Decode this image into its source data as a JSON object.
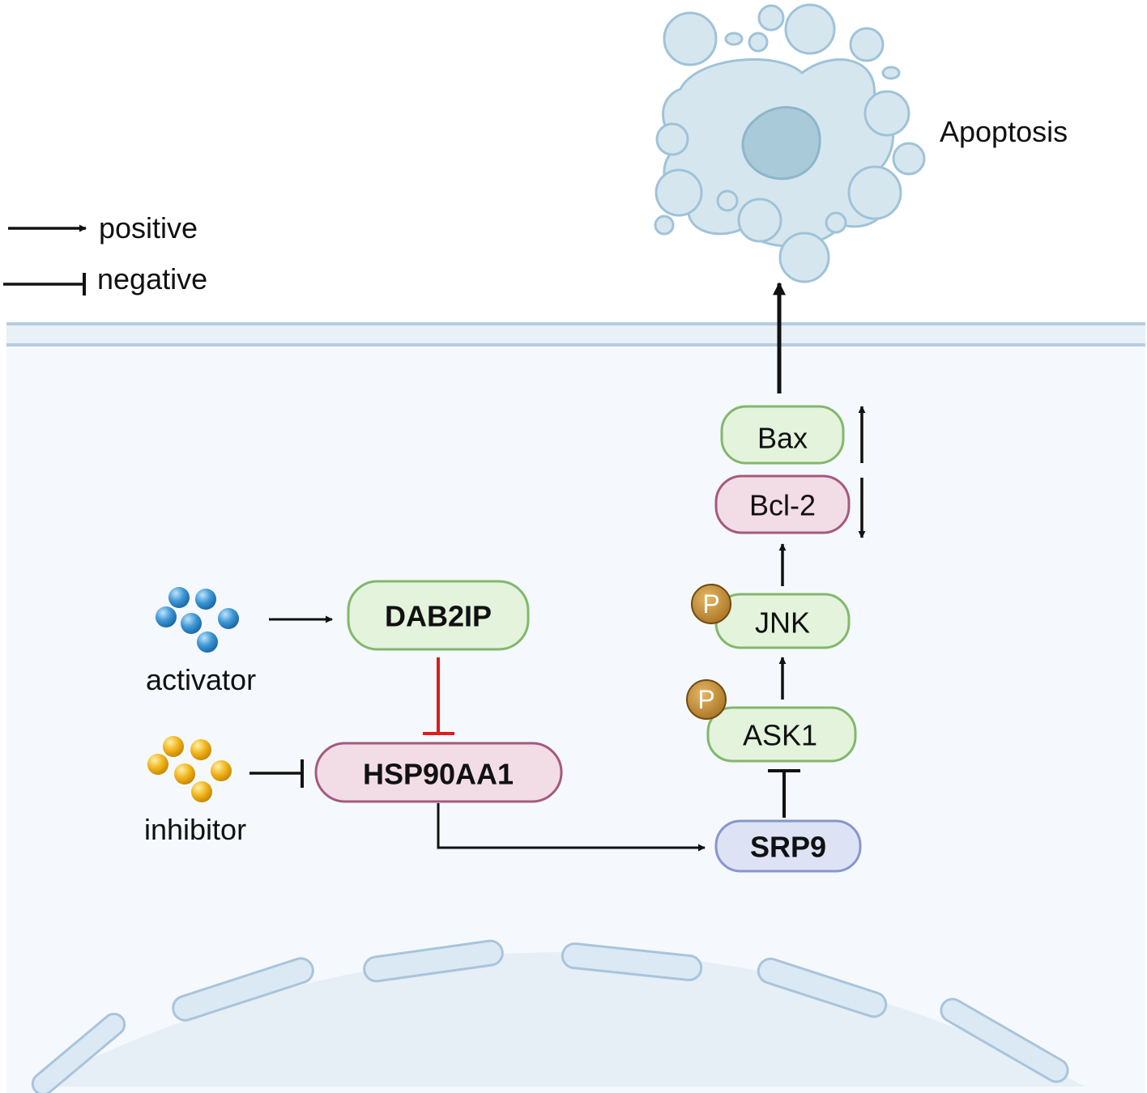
{
  "legend": {
    "positive": "positive",
    "negative": "negative"
  },
  "outcome": {
    "label": "Apoptosis"
  },
  "molecules": {
    "activator": "activator",
    "inhibitor": "inhibitor"
  },
  "nodes": {
    "dab2ip": "DAB2IP",
    "hsp90aa1": "HSP90AA1",
    "srp9": "SRP9",
    "ask1": "ASK1",
    "jnk": "JNK",
    "bcl2": "Bcl-2",
    "bax": "Bax"
  },
  "phospho_label": "P",
  "colors": {
    "green_fill": "#e3f3dc",
    "green_stroke": "#82b86c",
    "pink_fill": "#f2dde6",
    "pink_stroke": "#a45a7f",
    "blue_fill": "#dde3f5",
    "blue_stroke": "#8895cf",
    "inhibit_red": "#e11b1b",
    "cell_bg": "#f5f9fd",
    "membrane": "#b7cde0",
    "apoptotic_cell": "#d6e6ef",
    "phospho": "#c68f3c",
    "activator_dots": "#3d97d4",
    "inhibitor_dots": "#f2b51c"
  }
}
